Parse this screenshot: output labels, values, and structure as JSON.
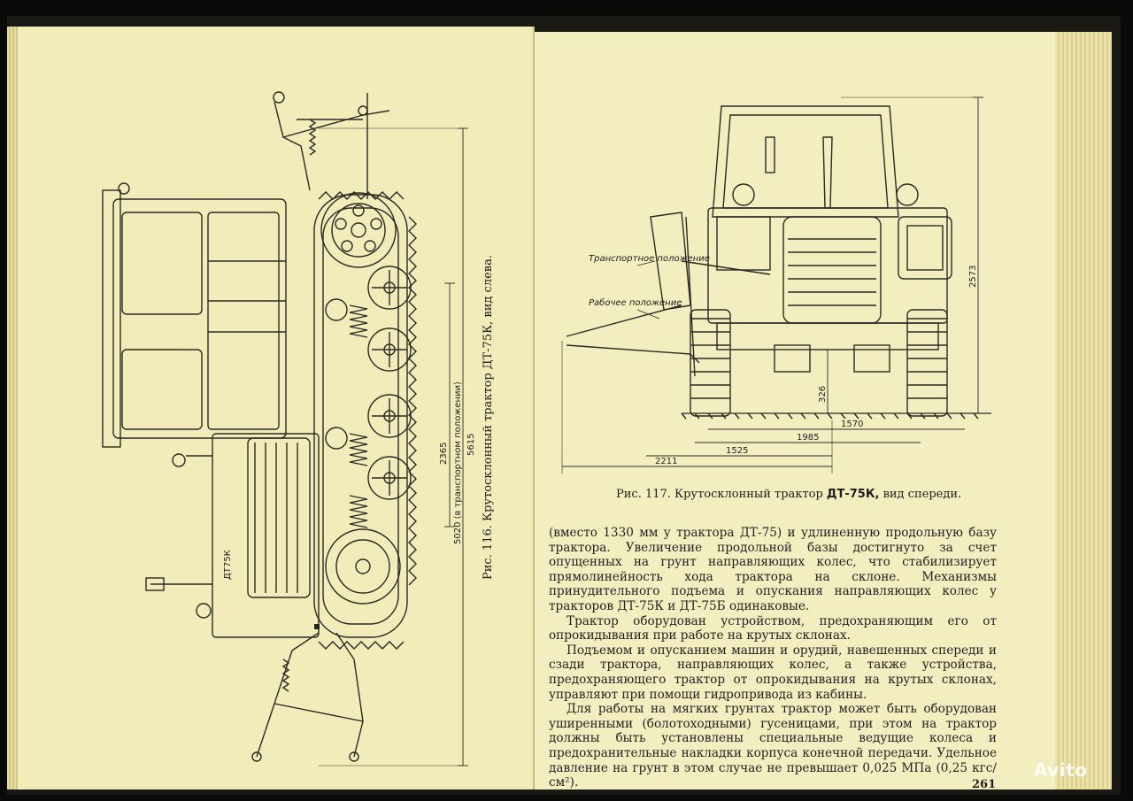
{
  "left_page": {
    "figure_caption": "Рис. 116. Крутосклонный трактор ДТ-75К, вид слева.",
    "plate_text": "ДТ75К",
    "dimensions": [
      "2365",
      "5020 (в транспортном положении)",
      "5615"
    ]
  },
  "right_page": {
    "figure_caption_prefix": "Рис. 117. Крутосклонный трактор",
    "figure_caption_model": "ДТ-75К,",
    "figure_caption_suffix": "вид спереди.",
    "labels": {
      "transport_position": "Транспортное положение",
      "working_position": "Рабочее положение"
    },
    "dimensions": {
      "height": "2573",
      "ground_clearance": "326",
      "d1570": "1570",
      "d1985": "1985",
      "d1525": "1525",
      "d2211": "2211"
    },
    "paragraphs": [
      "(вместо 1330 мм у трактора ДТ-75) и удлиненную продольную базу трактора. Увеличение продольной базы достигнуто за счет опущенных на грунт направляющих колес, что стабилизирует прямолинейность хода трактора на склоне. Механизмы принудительного подъема и опускания направляющих колес у тракторов ДТ-75К и ДТ-75Б одинаковые.",
      "Трактор оборудован устройством, предохраняющим его от опрокидывания при работе на крутых склонах.",
      "Подъемом и опусканием машин и орудий, навешенных спереди и сзади трактора, направляющих колес, а также устройства, предохраняющего трактор от опрокидывания на крутых склонах, управляют при помощи гидропривода из кабины.",
      "Для работы на мягких грунтах трактор может быть оборудован уширенными (болотоходными) гусеницами, при этом на трактор должны быть установлены специальные ведущие колеса и предохранительные накладки корпуса конечной передачи. Удельное давление на грунт в этом случае не превышает 0,025 МПа (0,25 кгс/см²)."
    ],
    "page_number": "261"
  },
  "watermark": "Avito",
  "colors": {
    "paper": "#f1ecb9",
    "ink": "#222222",
    "background": "#0a0a08"
  }
}
